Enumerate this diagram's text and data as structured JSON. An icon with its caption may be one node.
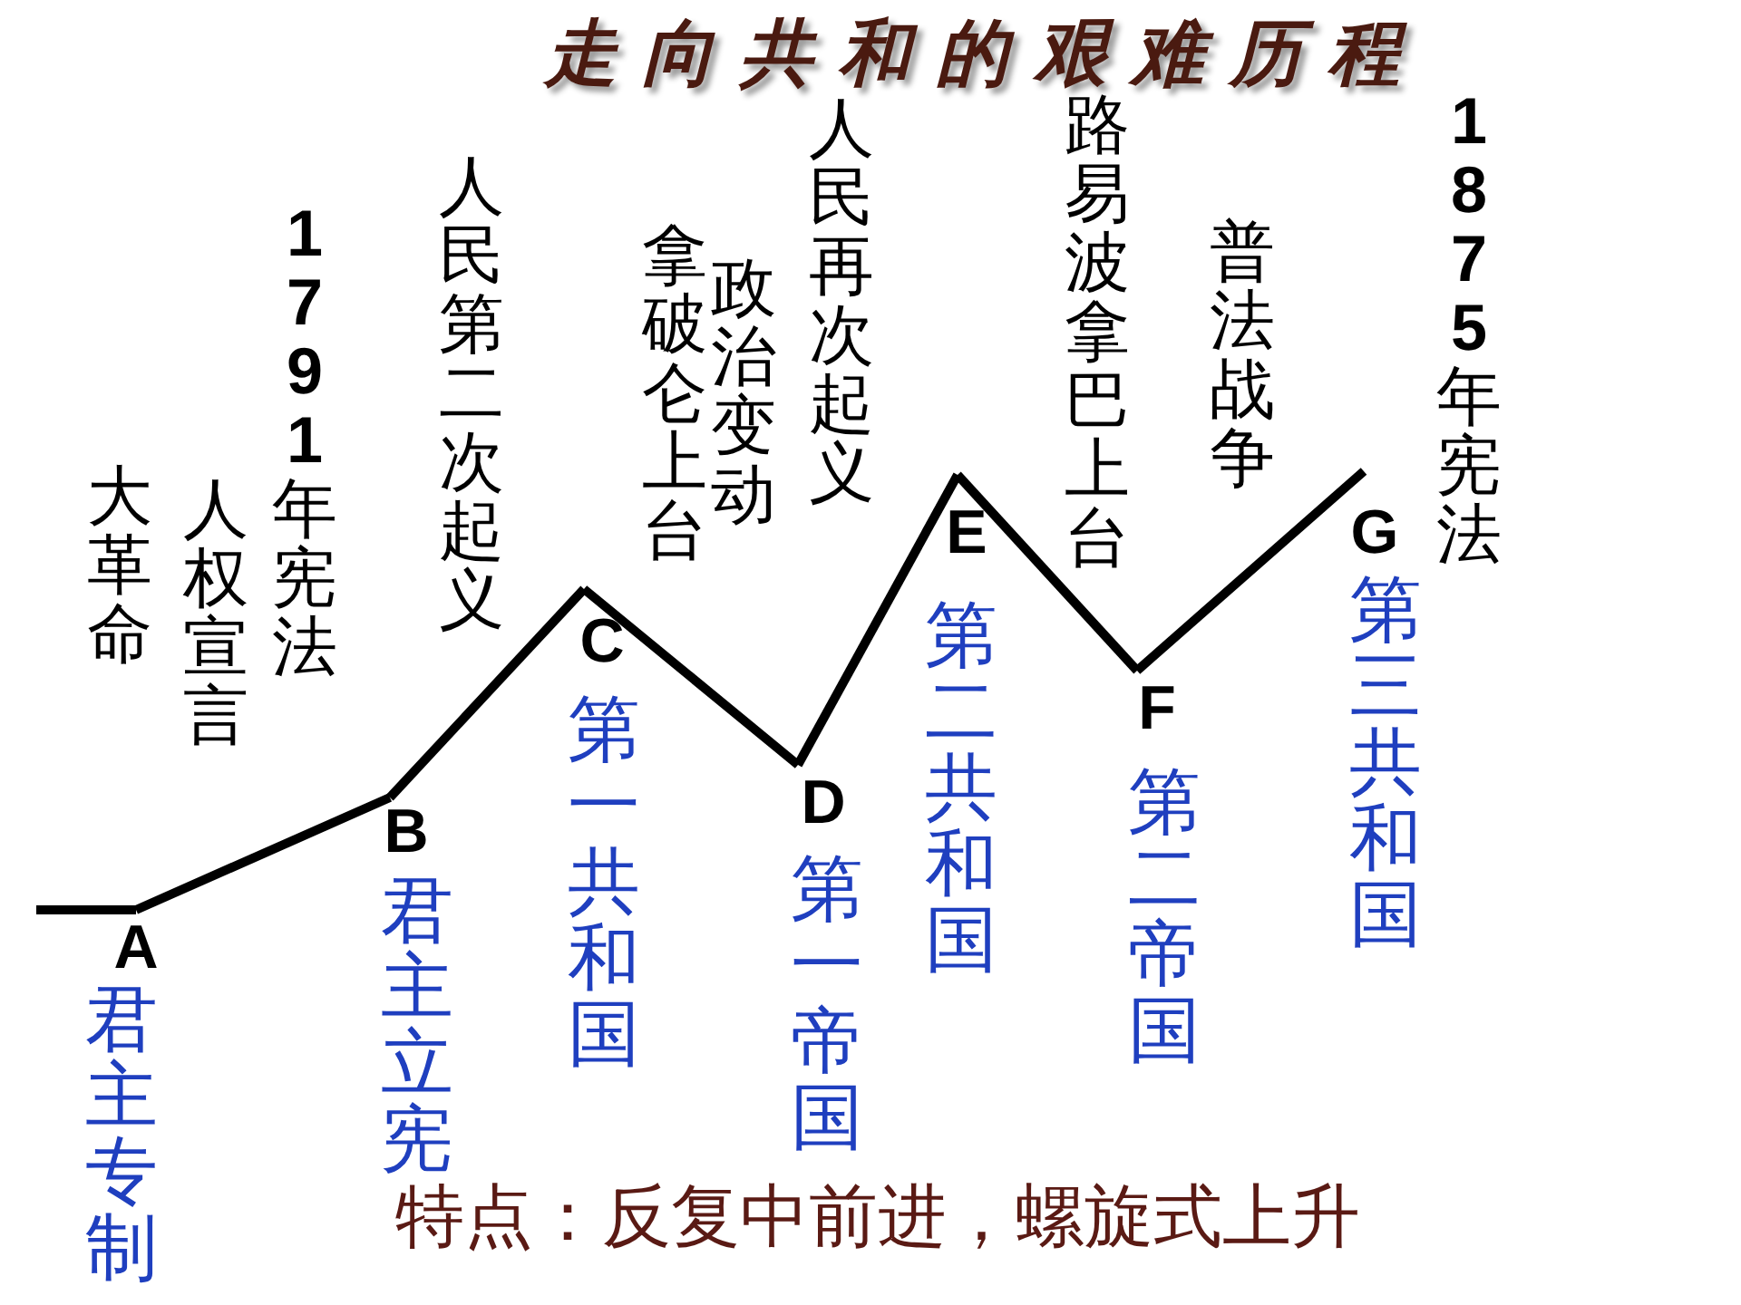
{
  "diagram": {
    "title": "走向共和的艰难历程",
    "nodes": [
      {
        "text": [
          "A"
        ],
        "beside": [
          "君主专制"
        ]
      },
      {
        "text": [
          "B"
        ],
        "beside": [
          "君主立宪"
        ]
      },
      {
        "text": [
          "C"
        ],
        "beside": [
          "第一共和国"
        ]
      },
      {
        "text": [
          "D"
        ],
        "beside": [
          "第一帝国"
        ]
      },
      {
        "text": [
          "E"
        ],
        "beside": [
          "第二共和国"
        ]
      },
      {
        "text": [
          "F"
        ],
        "beside": [
          "第二帝国"
        ]
      },
      {
        "text": [
          "G"
        ],
        "beside": [
          "第三共和国"
        ]
      }
    ],
    "edges": [
      {
        "from": null,
        "to": 0,
        "arrow": "none"
      },
      {
        "from": 0,
        "to": 1,
        "arrow": "none"
      },
      {
        "from": 1,
        "to": 2,
        "arrow": "none"
      },
      {
        "from": 2,
        "to": 3,
        "arrow": "none"
      },
      {
        "from": 3,
        "to": 4,
        "arrow": "none"
      },
      {
        "from": 4,
        "to": 5,
        "arrow": "none"
      },
      {
        "from": 5,
        "to": 6,
        "arrow": "none"
      }
    ],
    "labels": [
      "大革命",
      "人权宣言",
      "**1791**年宪法",
      "人民第二次起义",
      "拿破仑上台",
      "政治变动",
      "人民再次起义",
      "路易波拿巴上台",
      "普法战争",
      "**1875**年宪法"
    ],
    "caption": "特点：反复中前进，螺旋式上升"
  }
}
